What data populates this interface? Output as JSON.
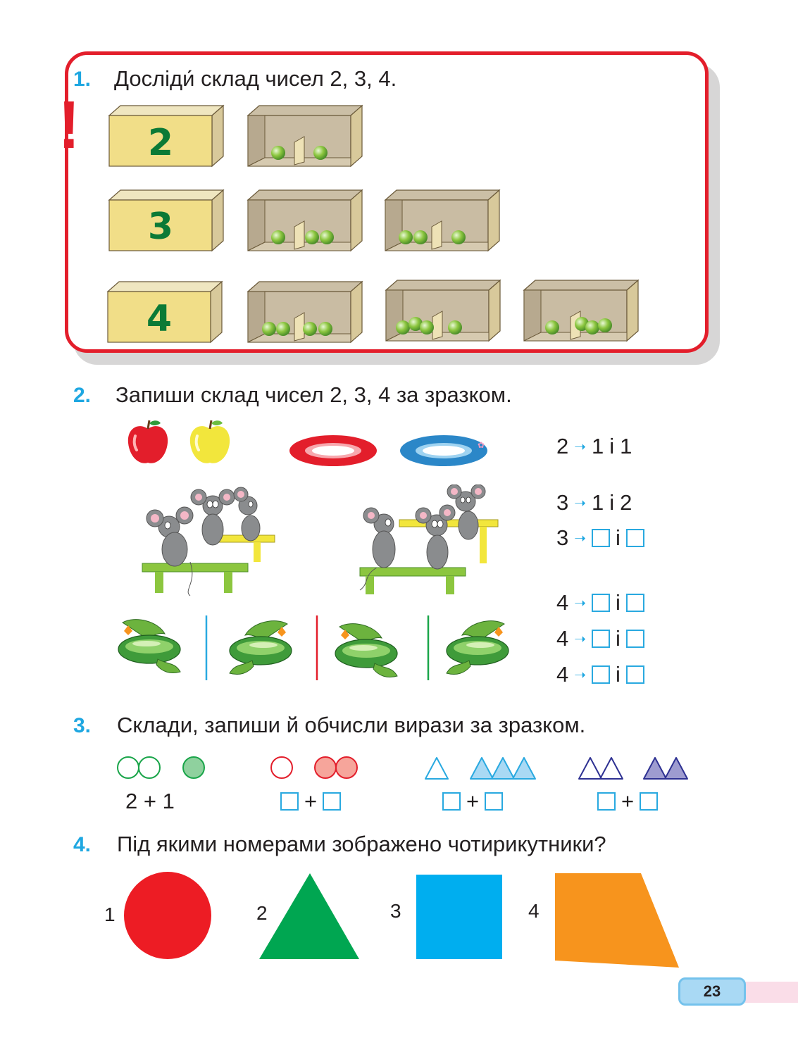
{
  "task1": {
    "number": "1.",
    "text": "Досліди́ склад чисел 2, 3, 4.",
    "exclamation": "!",
    "rows": [
      {
        "label": "2",
        "splits": [
          [
            1,
            1
          ]
        ]
      },
      {
        "label": "3",
        "splits": [
          [
            1,
            2
          ],
          [
            2,
            1
          ]
        ]
      },
      {
        "label": "4",
        "splits": [
          [
            2,
            2
          ],
          [
            3,
            1
          ],
          [
            1,
            3
          ]
        ]
      }
    ]
  },
  "task2": {
    "number": "2.",
    "text": "Запиши склад чисел 2, 3, 4 за зразком.",
    "equations": [
      {
        "n": "2",
        "a": "1",
        "conj": "і",
        "b": "1"
      },
      {
        "n": "3",
        "a": "1",
        "conj": "і",
        "b": "2"
      },
      {
        "n": "3",
        "conj": "і"
      },
      {
        "n": "4",
        "conj": "і"
      },
      {
        "n": "4",
        "conj": "і"
      },
      {
        "n": "4",
        "conj": "і"
      }
    ]
  },
  "task3": {
    "number": "3.",
    "text": "Склади, запиши й обчисли вирази за зразком.",
    "sample_expression": "2 + 1",
    "plus": "+",
    "colors": {
      "green": "#1aa54a",
      "red": "#e31e2b",
      "cyan": "#29a9e0",
      "navy": "#2e3192"
    }
  },
  "task4": {
    "number": "4.",
    "text": "Під якими номерами зображено чотирикутники?",
    "shapes": [
      {
        "label": "1",
        "kind": "circle",
        "color": "#ed1c24"
      },
      {
        "label": "2",
        "kind": "triangle",
        "color": "#00a651"
      },
      {
        "label": "3",
        "kind": "square",
        "color": "#00aeef"
      },
      {
        "label": "4",
        "kind": "trapezoid",
        "color": "#f7941d"
      }
    ]
  },
  "page_number": "23"
}
